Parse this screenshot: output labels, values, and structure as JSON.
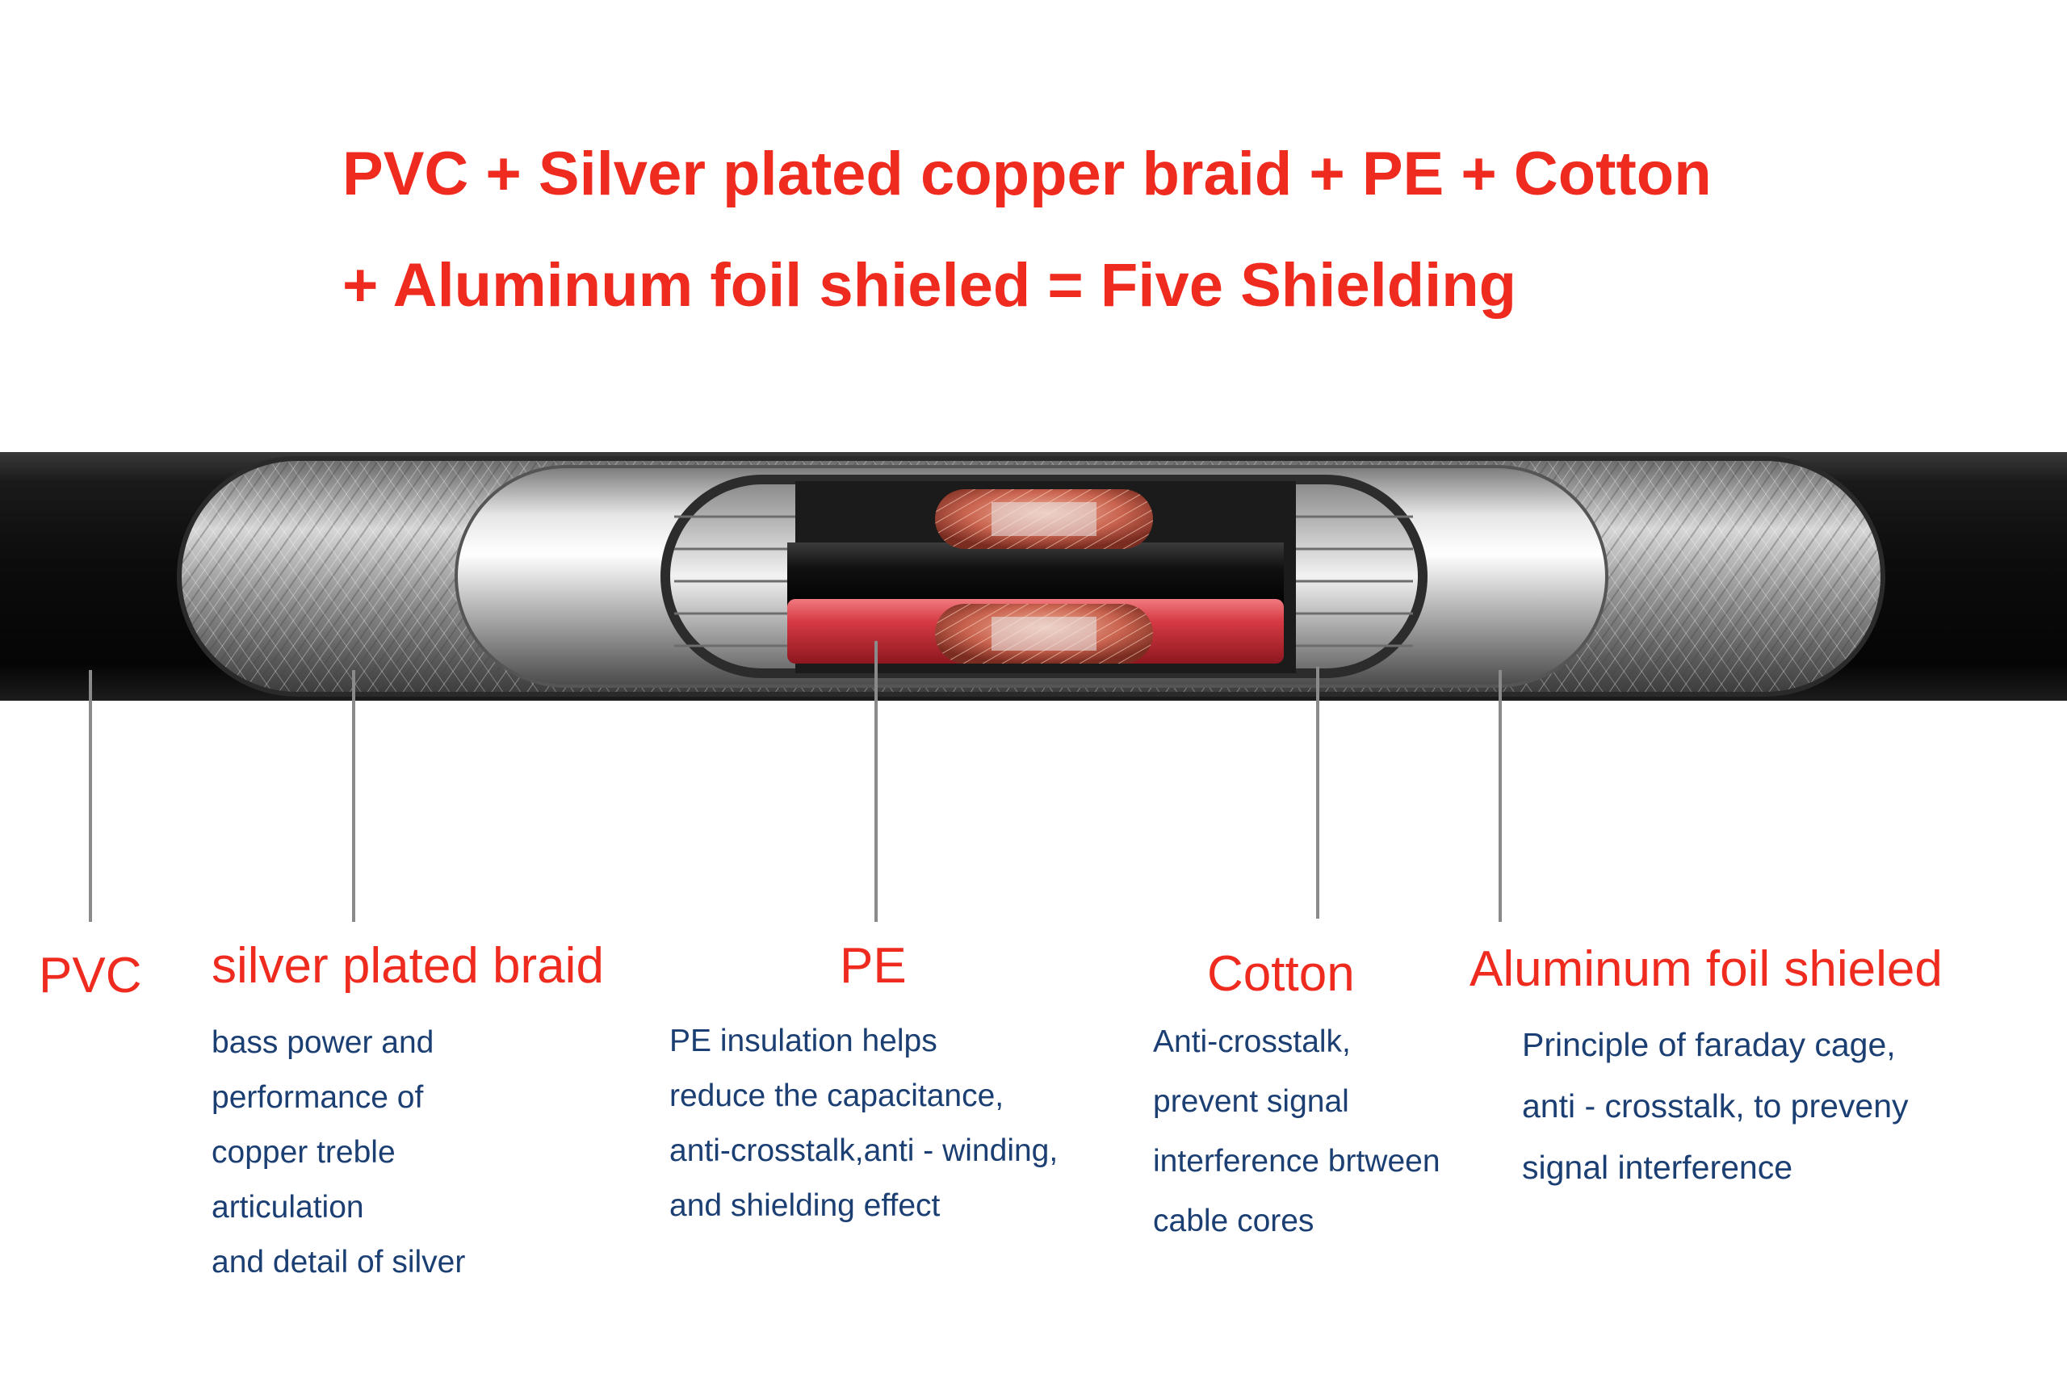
{
  "headline": {
    "line1": "PVC + Silver plated copper braid + PE + Cotton",
    "line2": "+ Aluminum foil shieled = Five Shielding"
  },
  "colors": {
    "headline": "#ee2b1e",
    "label": "#ee2b1e",
    "description": "#1b3f73",
    "pointer": "#8a8a8a",
    "jacket": "#111111",
    "copper": "#c8634f",
    "red_insulation": "#d2343e"
  },
  "layers": [
    {
      "title": "PVC",
      "description": []
    },
    {
      "title": "silver plated braid",
      "description": [
        "bass power and",
        "performance of",
        "copper treble",
        "articulation",
        "and detail of silver"
      ]
    },
    {
      "title": "PE",
      "description": [
        "PE insulation helps",
        "reduce the capacitance,",
        "anti-crosstalk,anti - winding,",
        "and shielding effect"
      ]
    },
    {
      "title": "Cotton",
      "description": [
        "Anti-crosstalk,",
        "prevent signal",
        "interference brtween",
        "cable cores"
      ]
    },
    {
      "title": "Aluminum foil shieled",
      "description": [
        "Principle of faraday cage,",
        "anti - crosstalk, to preveny",
        "signal interference"
      ]
    }
  ]
}
